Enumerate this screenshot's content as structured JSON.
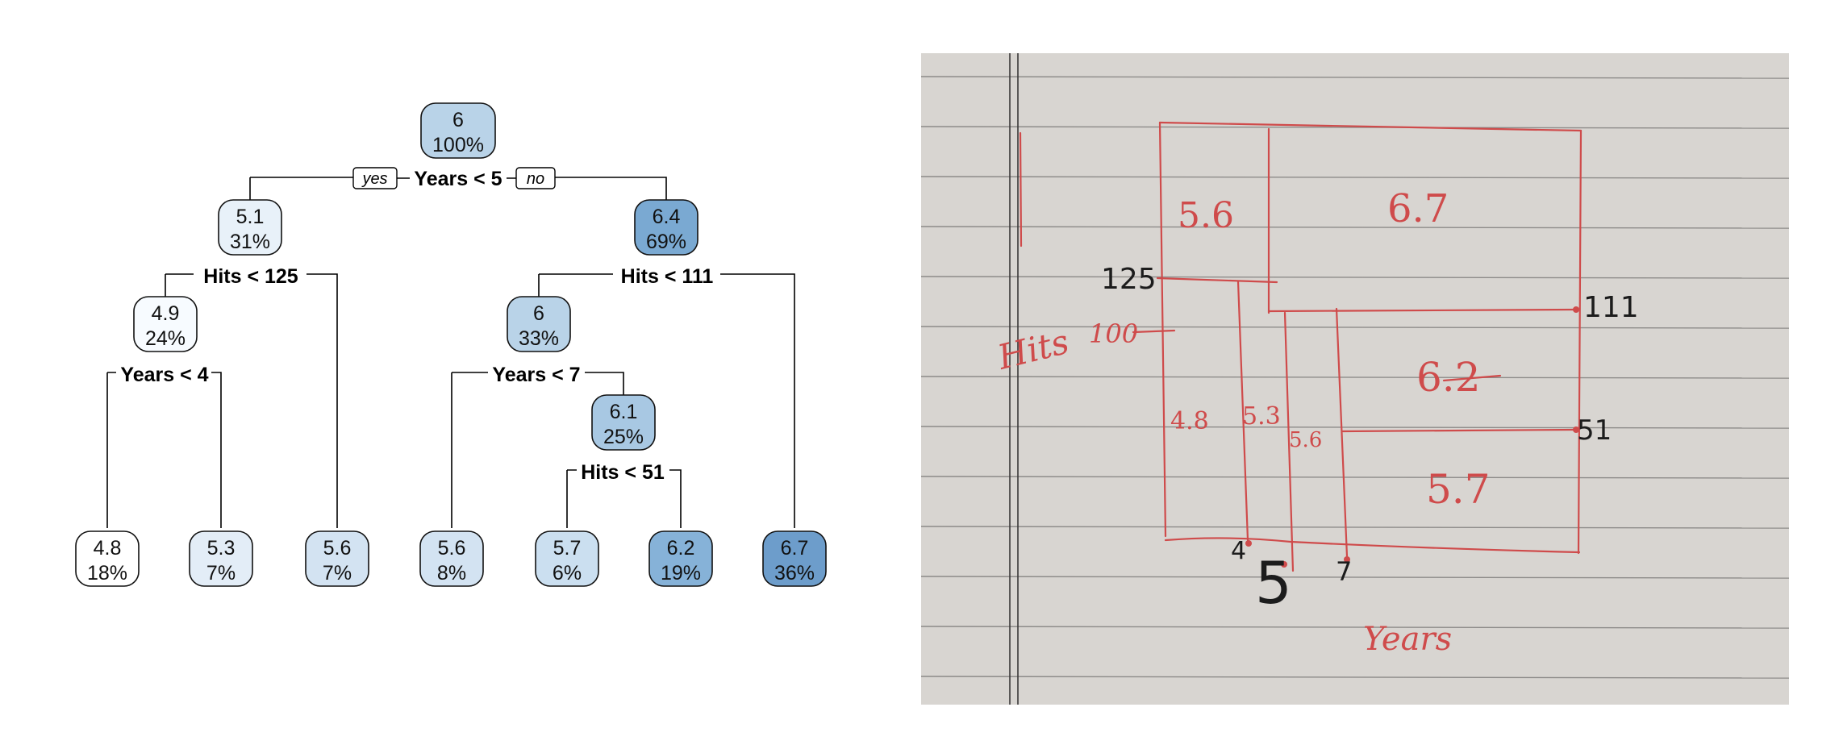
{
  "tree": {
    "splits": [
      {
        "id": "root",
        "label": "Years < 5"
      },
      {
        "id": "n2",
        "label": "Hits < 125"
      },
      {
        "id": "n3",
        "label": "Hits < 111"
      },
      {
        "id": "n4",
        "label": "Years < 4"
      },
      {
        "id": "n6",
        "label": "Years < 7"
      },
      {
        "id": "n13",
        "label": "Hits < 51"
      }
    ],
    "yes_label": "yes",
    "no_label": "no",
    "nodes": [
      {
        "id": "root",
        "value": "6",
        "pct": "100%",
        "fill": "#b9d3e8"
      },
      {
        "id": "n2",
        "value": "5.1",
        "pct": "31%",
        "fill": "#e8f1f9"
      },
      {
        "id": "n3",
        "value": "6.4",
        "pct": "69%",
        "fill": "#7aa9d2"
      },
      {
        "id": "n4",
        "value": "4.9",
        "pct": "24%",
        "fill": "#f7fbff"
      },
      {
        "id": "n6",
        "value": "6",
        "pct": "33%",
        "fill": "#b9d3e8"
      },
      {
        "id": "n7",
        "value": "6.1",
        "pct": "25%",
        "fill": "#a8c8e3"
      },
      {
        "id": "l1",
        "value": "4.8",
        "pct": "18%",
        "fill": "#ffffff"
      },
      {
        "id": "l2",
        "value": "5.3",
        "pct": "7%",
        "fill": "#e3edf7"
      },
      {
        "id": "l3",
        "value": "5.6",
        "pct": "7%",
        "fill": "#d3e3f2"
      },
      {
        "id": "l4",
        "value": "5.6",
        "pct": "8%",
        "fill": "#d3e3f2"
      },
      {
        "id": "l5",
        "value": "5.7",
        "pct": "6%",
        "fill": "#cbdff0"
      },
      {
        "id": "l6",
        "value": "6.2",
        "pct": "19%",
        "fill": "#86b2d8"
      },
      {
        "id": "l7",
        "value": "6.7",
        "pct": "36%",
        "fill": "#6d9dcb"
      }
    ]
  },
  "sketch": {
    "paper_color": "#d8d5d1",
    "ink_color": "#cf4b4b",
    "regions": [
      {
        "id": "r1",
        "text": "5.6"
      },
      {
        "id": "r2",
        "text": "6.7"
      },
      {
        "id": "r3",
        "text": "4.8"
      },
      {
        "id": "r4",
        "text": "5.3"
      },
      {
        "id": "r5",
        "text": "5.6"
      },
      {
        "id": "r6",
        "text": "6.2"
      },
      {
        "id": "r7",
        "text": "5.7"
      }
    ],
    "y_ticks": {
      "t125": "125",
      "t100": "100",
      "t111": "111",
      "t51": "51"
    },
    "x_ticks": {
      "x4": "4",
      "x5": "5",
      "x7": "7"
    },
    "x_label": "Years",
    "y_label": "Hits"
  }
}
